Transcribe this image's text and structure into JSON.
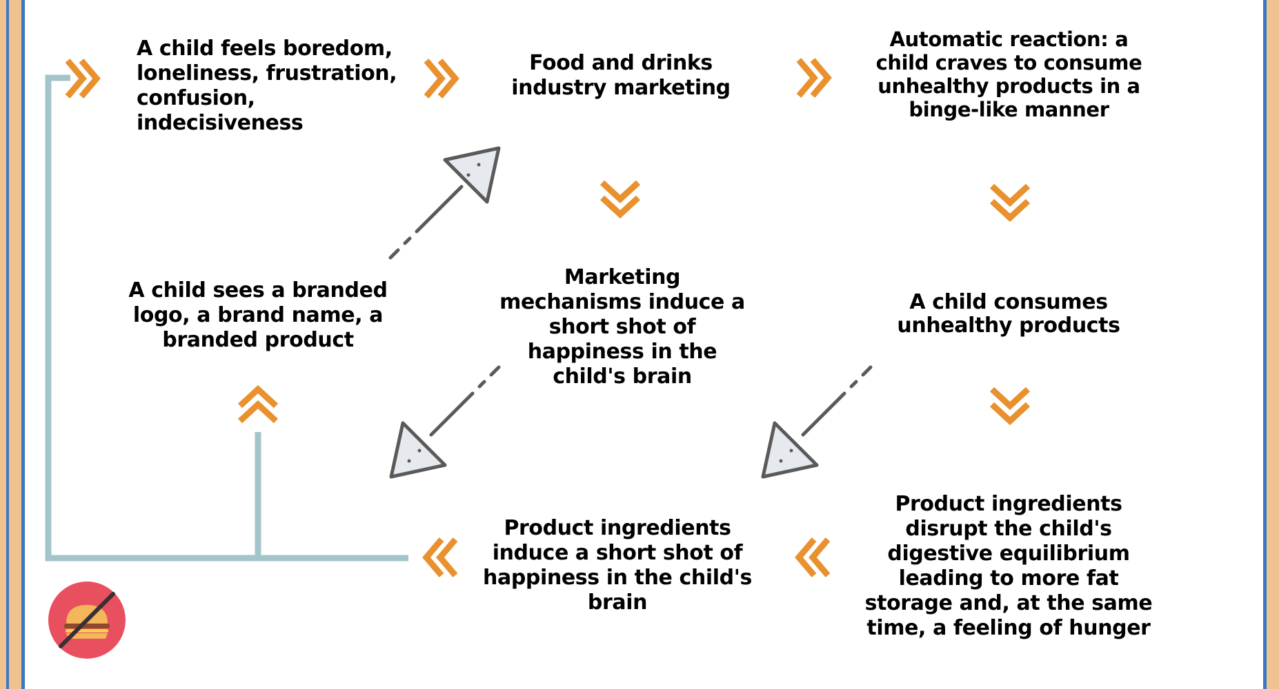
{
  "nodes": {
    "boredom": "A child feels boredom, loneliness, frustration, confusion, indecisiveness",
    "marketing": "Food and drinks industry marketing",
    "automatic_reaction": "Automatic reaction: a child craves to consume unhealthy products in a binge-like manner",
    "sees_logo": "A child sees a branded logo, a brand name, a branded product",
    "mechanisms": "Marketing mechanisms induce a short shot of happiness in the child's brain",
    "consumes": "A child consumes unhealthy products",
    "ingredients_happiness": "Product ingredients induce a short shot of happiness in the child's brain",
    "ingredients_disrupt": "Product ingredients disrupt the child's digestive equilibrium leading to more fat storage and, at the same time, a feeling of hunger"
  },
  "colors": {
    "chevron": "#e8912e",
    "connector": "#a3c4c8",
    "arrow": "#5a5a5a",
    "arrow_fill": "#e6eaee",
    "border_blue": "#3a78c2",
    "border_peach": "#f0c290",
    "badge": "#e9505f"
  },
  "icons": {
    "badge": "no-fast-food-icon"
  }
}
